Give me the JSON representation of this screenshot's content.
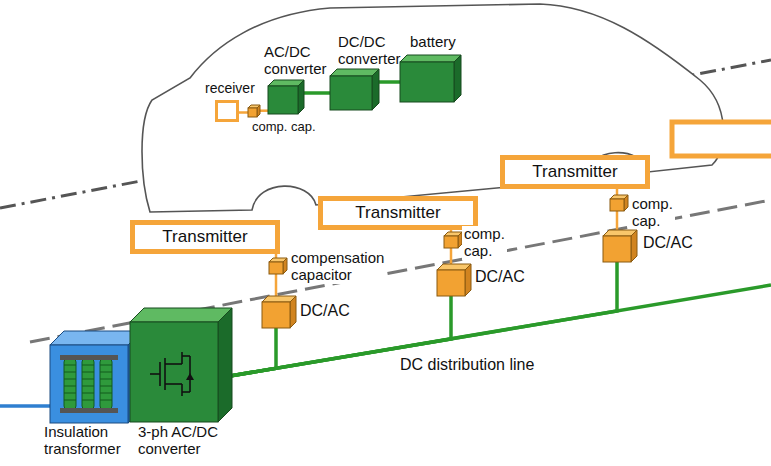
{
  "diagram": {
    "nodes": [
      {
        "text": [
          "receiver"
        ]
      },
      {
        "text": [
          "comp. cap."
        ]
      },
      {
        "text": [
          "AC/DC converter"
        ]
      },
      {
        "text": [
          "DC/DC converter"
        ]
      },
      {
        "text": [
          "battery"
        ]
      },
      {
        "text": [
          "Transmitter"
        ]
      },
      {
        "text": [
          "Transmitter"
        ]
      },
      {
        "text": [
          "Transmitter"
        ]
      },
      {
        "text": [
          "compensation capacitor"
        ]
      },
      {
        "text": [
          "comp. cap."
        ]
      },
      {
        "text": [
          "comp. cap."
        ]
      },
      {
        "text": [
          "DC/AC"
        ]
      },
      {
        "text": [
          "DC/AC"
        ]
      },
      {
        "text": [
          "DC/AC"
        ]
      },
      {
        "text": [
          "Insulation transformer"
        ]
      },
      {
        "text": [
          "3-ph AC/DC converter"
        ]
      }
    ],
    "edges": [
      {
        "from": 0,
        "to": 1,
        "arrow": "none"
      },
      {
        "from": 1,
        "to": 2,
        "arrow": "none"
      },
      {
        "from": 2,
        "to": 3,
        "arrow": "none"
      },
      {
        "from": 3,
        "to": 4,
        "arrow": "none"
      },
      {
        "from": 5,
        "to": 8,
        "arrow": "none"
      },
      {
        "from": 8,
        "to": 11,
        "arrow": "none"
      },
      {
        "from": 6,
        "to": 9,
        "arrow": "none"
      },
      {
        "from": 9,
        "to": 12,
        "arrow": "none"
      },
      {
        "from": 7,
        "to": 10,
        "arrow": "none"
      },
      {
        "from": 10,
        "to": 13,
        "arrow": "none"
      },
      {
        "from": 15,
        "to": 11,
        "arrow": "none"
      },
      {
        "from": 15,
        "to": 12,
        "arrow": "none"
      },
      {
        "from": 15,
        "to": 13,
        "arrow": "none"
      }
    ],
    "labels": [
      "DC distribution line"
    ]
  }
}
